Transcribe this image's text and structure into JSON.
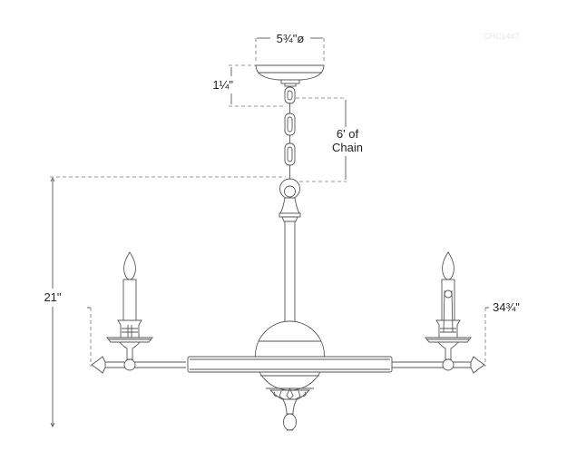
{
  "diagram": {
    "type": "dimension-drawing",
    "subject": "chandelier",
    "watermark": "CHC1447",
    "dimensions": {
      "canopy_diameter": "5¾\"ø",
      "canopy_height": "1¼\"",
      "chain": {
        "line1": "6' of",
        "line2": "Chain"
      },
      "height": "21\"",
      "width": "34¾\""
    },
    "components": [
      "canopy",
      "chain",
      "loop-ring",
      "center-stem",
      "center-sphere",
      "horizontal-arm-bar",
      "left-candle-arm",
      "right-candle-arm",
      "leaf-collar",
      "bottom-finial"
    ],
    "colors": {
      "line": "#555555",
      "dimension": "#777777",
      "text": "#222222",
      "watermark": "#e6e6e6"
    }
  }
}
